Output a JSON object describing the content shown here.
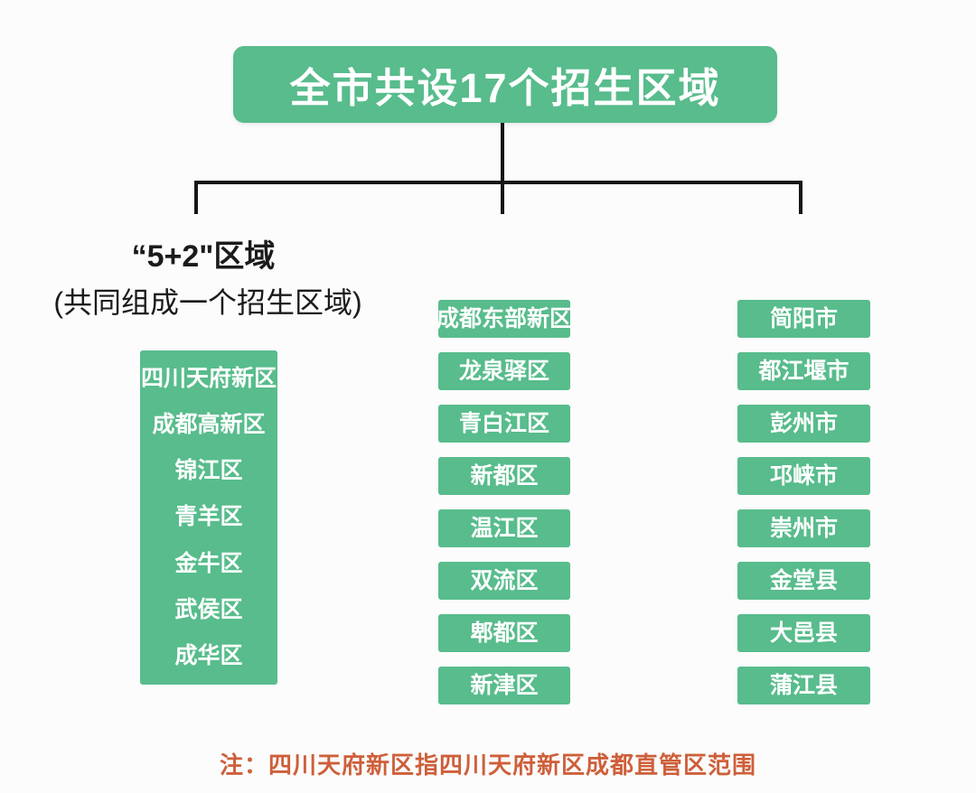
{
  "title": "全市共设17个招生区域",
  "colors": {
    "accent_green": "#58bc8c",
    "connector_line": "#161616",
    "note_orange": "#ce5f3a",
    "background": "#fcfcfc",
    "text_on_green": "#ffffff",
    "heading_text": "#1b1b1b"
  },
  "left_group": {
    "heading_line1": "“5+2\"区域",
    "heading_line2": "(共同组成一个招生区域)",
    "items": [
      "四川天府新区",
      "成都高新区",
      "锦江区",
      "青羊区",
      "金牛区",
      "武侯区",
      "成华区"
    ]
  },
  "middle_group": {
    "items": [
      "成都东部新区",
      "龙泉驿区",
      "青白江区",
      "新都区",
      "温江区",
      "双流区",
      "郫都区",
      "新津区"
    ]
  },
  "right_group": {
    "items": [
      "简阳市",
      "都江堰市",
      "彭州市",
      "邛崃市",
      "崇州市",
      "金堂县",
      "大邑县",
      "蒲江县"
    ]
  },
  "note": "注：四川天府新区指四川天府新区成都直管区范围"
}
